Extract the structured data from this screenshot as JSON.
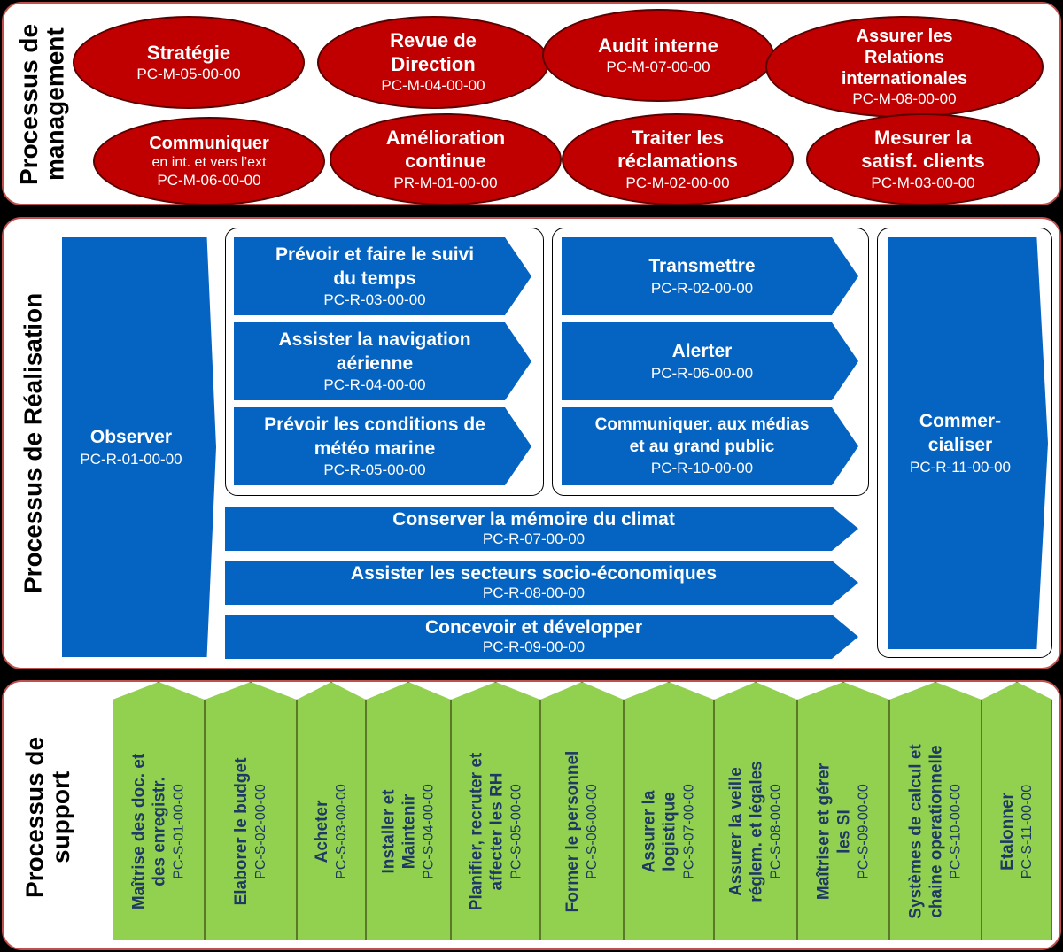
{
  "management": {
    "label": "Processus de\nmanagement",
    "items": [
      {
        "title": "Stratégie",
        "code": "PC-M-05-00-00"
      },
      {
        "title": "Revue de\nDirection",
        "code": "PC-M-04-00-00"
      },
      {
        "title": "Audit interne",
        "code": "PC-M-07-00-00"
      },
      {
        "title": "Assurer les\nRelations\ninternationales",
        "code": "PC-M-08-00-00"
      },
      {
        "title": "Communiquer",
        "subtitle": "en int. et vers l’ext",
        "code": "PC-M-06-00-00"
      },
      {
        "title": "Amélioration\ncontinue",
        "code": "PR-M-01-00-00"
      },
      {
        "title": "Traiter les\nréclamations",
        "code": "PC-M-02-00-00"
      },
      {
        "title": "Mesurer la\nsatisf. clients",
        "code": "PC-M-03-00-00"
      }
    ]
  },
  "realisation": {
    "label": "Processus de Réalisation",
    "observer": {
      "title": "Observer",
      "code": "PC-R-01-00-00"
    },
    "group1": [
      {
        "title": "Prévoir et faire le suivi\ndu temps",
        "code": "PC-R-03-00-00"
      },
      {
        "title": "Assister la navigation\naérienne",
        "code": "PC-R-04-00-00"
      },
      {
        "title": "Prévoir les conditions de\nmétéo marine",
        "code": "PC-R-05-00-00"
      }
    ],
    "group2": [
      {
        "title": "Transmettre",
        "code": "PC-R-02-00-00"
      },
      {
        "title": "Alerter",
        "code": "PC-R-06-00-00"
      },
      {
        "title": "Communiquer. aux médias\net au grand public",
        "code": "PC-R-10-00-00"
      }
    ],
    "wide": [
      {
        "title": "Conserver la mémoire du climat",
        "code": "PC-R-07-00-00"
      },
      {
        "title": "Assister les secteurs socio-économiques",
        "code": "PC-R-08-00-00"
      },
      {
        "title": "Concevoir et développer",
        "code": "PC-R-09-00-00"
      }
    ],
    "commercialiser": {
      "title": "Commer-\ncialiser",
      "code": "PC-R-11-00-00"
    }
  },
  "support": {
    "label": "Processus de\nsupport",
    "items": [
      {
        "title": "Maîtrise des doc. et\ndes enregistr.",
        "code": "PC-S-01-00-00"
      },
      {
        "title": "Elaborer le budget",
        "code": "PC-S-02-00-00"
      },
      {
        "title": "Acheter",
        "code": "PC-S-03-00-00"
      },
      {
        "title": "Installer et\nMaintenir",
        "code": "PC-S-04-00-00"
      },
      {
        "title": "Planifier, recruter et\naffecter les RH",
        "code": "PC-S-05-00-00"
      },
      {
        "title": "Former le personnel",
        "code": "PC-S-06-00-00"
      },
      {
        "title": "Assurer la\nlogistique",
        "code": "PC-S-07-00-00"
      },
      {
        "title": "Assurer la veille\nréglem. et légales",
        "code": "PC-S-08-00-00"
      },
      {
        "title": "Maîtriser et gérer\nles SI",
        "code": "PC-S-09-00-00"
      },
      {
        "title": "Systèmes de calcul et\nchaine operationnelle",
        "code": "PC-S-10-00-00"
      },
      {
        "title": "Etalonner",
        "code": "PC-S-11-00-00"
      }
    ]
  }
}
